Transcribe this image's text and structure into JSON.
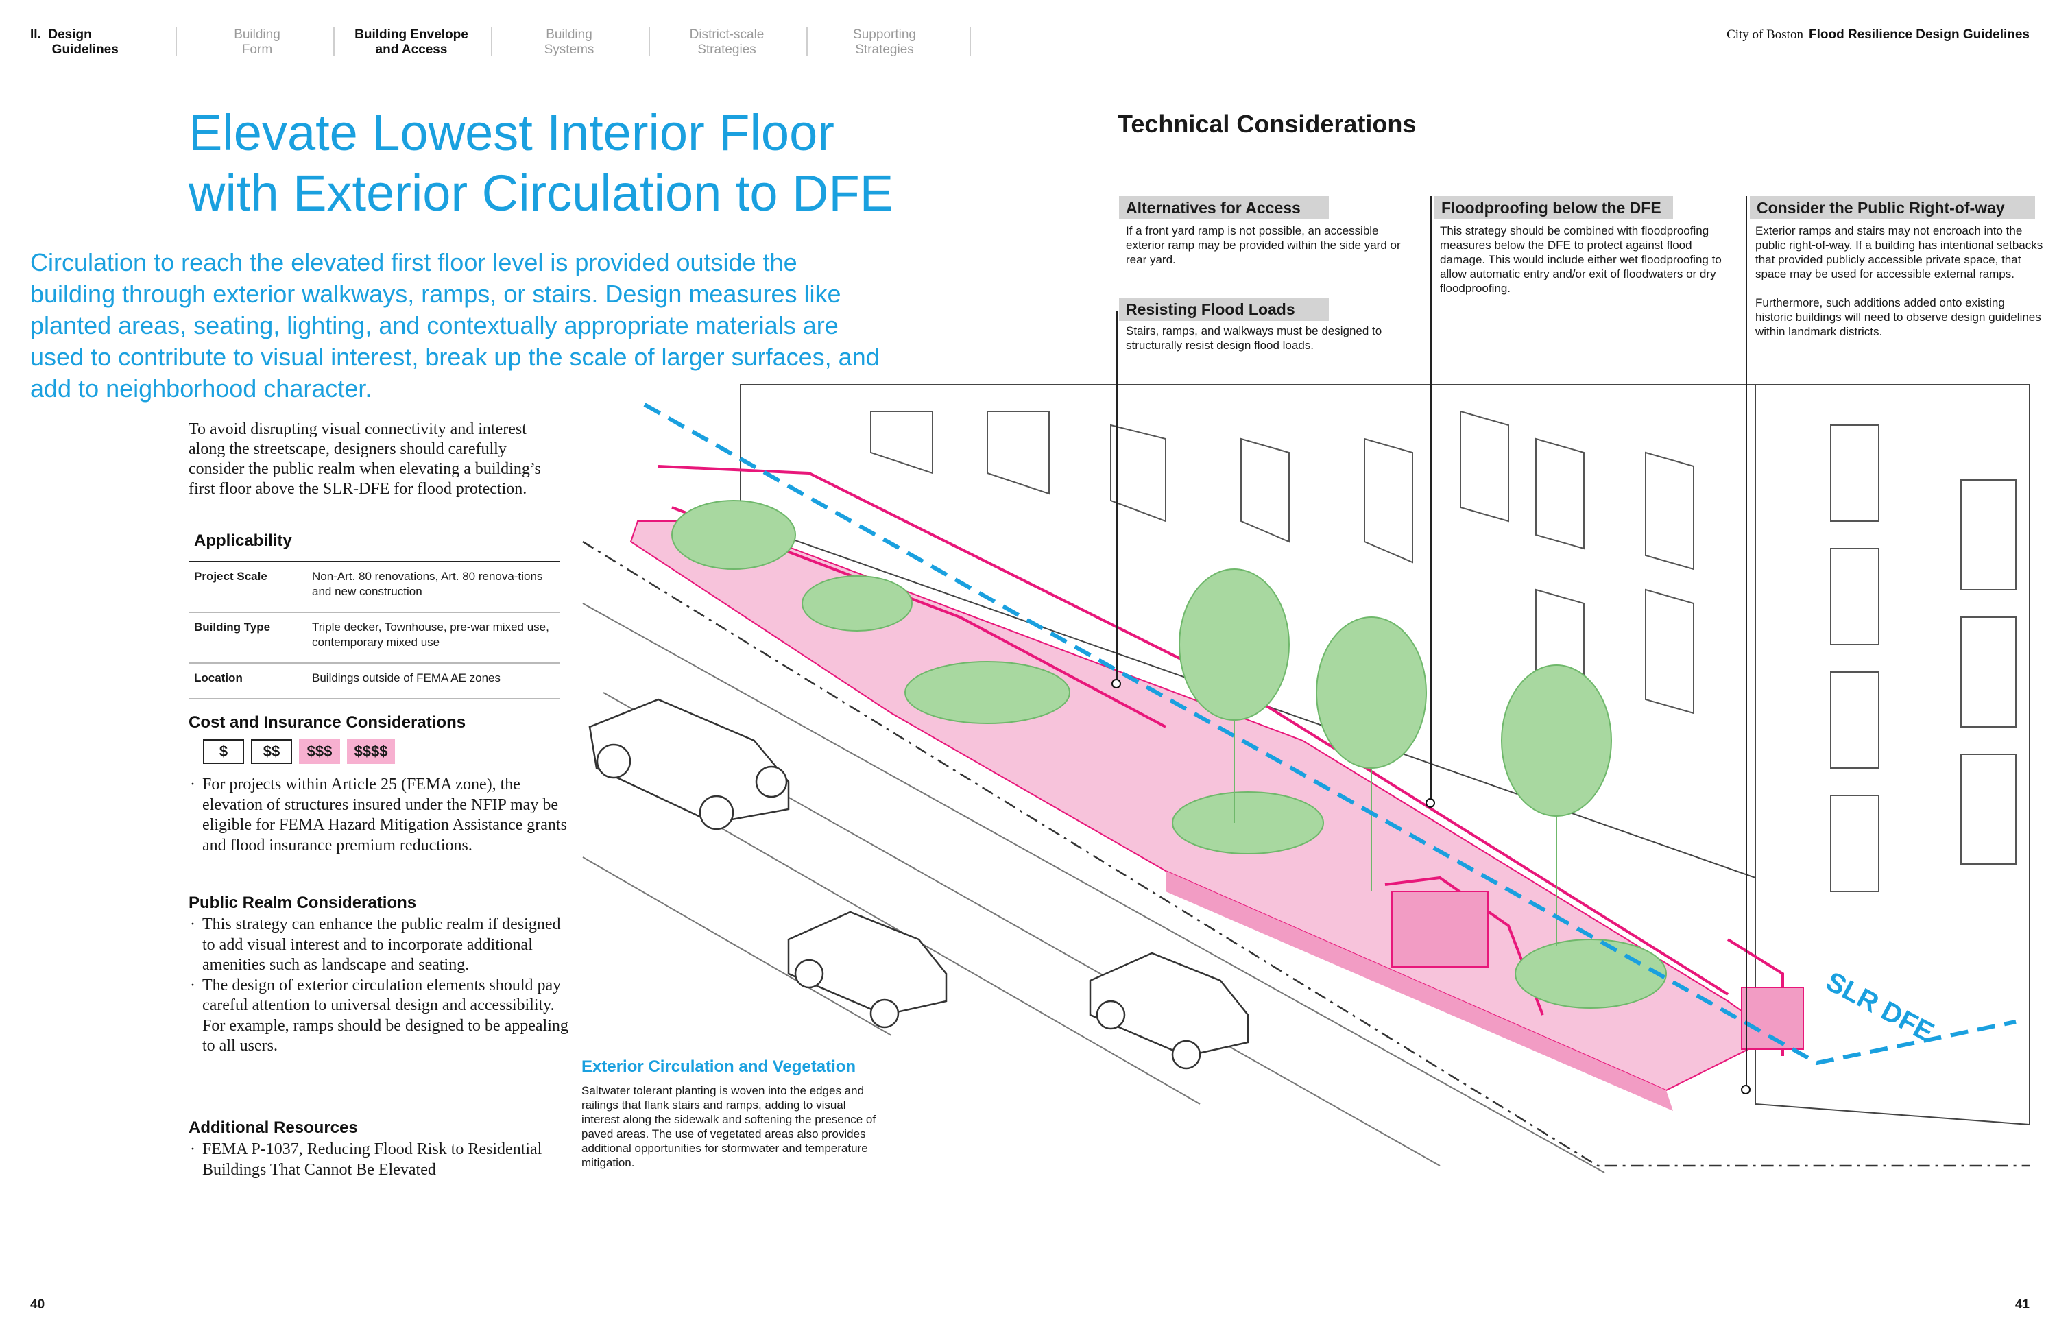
{
  "nav": {
    "section": "II.  Design\n      Guidelines",
    "items": [
      {
        "label": "Building\nForm",
        "active": false
      },
      {
        "label": "Building Envelope\nand Access",
        "active": true
      },
      {
        "label": "Building\nSystems",
        "active": false
      },
      {
        "label": "District-scale\nStrategies",
        "active": false
      },
      {
        "label": "Supporting\nStrategies",
        "active": false
      }
    ]
  },
  "brand": {
    "city": "City of Boston",
    "guide": "Flood Resilience Design Guidelines"
  },
  "title": {
    "line1": "Elevate Lowest Interior Floor",
    "line2": "with Exterior Circulation to DFE"
  },
  "lead": "Circulation to reach the elevated first floor level is provided outside the building through exterior walkways, ramps, or stairs. Design measures like planted areas, seating, lighting, and contextually appropriate materials are used to contribute to visual interest, break up the scale of larger surfaces, and add to neighborhood character.",
  "intro": "To avoid disrupting visual connectivity and interest along the streetscape, designers should carefully consider the public realm when elevating a building’s first floor above the SLR-DFE for flood protection.",
  "applicability": {
    "title": "Applicability",
    "rows": [
      {
        "key": "Project Scale",
        "value": "Non-Art. 80 renovations, Art. 80 renova-tions and new construction"
      },
      {
        "key": "Building Type",
        "value": "Triple decker, Townhouse, pre-war mixed use, contemporary mixed use"
      },
      {
        "key": "Location",
        "value": "Buildings outside of FEMA AE zones"
      }
    ]
  },
  "cost": {
    "title": "Cost and Insurance Considerations",
    "levels": [
      {
        "label": "$",
        "highlighted": false
      },
      {
        "label": "$$",
        "highlighted": false
      },
      {
        "label": "$$$",
        "highlighted": true
      },
      {
        "label": "$$$$",
        "highlighted": true
      }
    ],
    "bullet": "For projects within Article 25 (FEMA zone), the elevation of structures insured under the NFIP may be eligible for FEMA Hazard Mitigation Assistance grants and flood insurance premium reductions."
  },
  "public_realm": {
    "title": "Public Realm Considerations",
    "bullets": [
      "This strategy can enhance the public realm if designed to add visual interest and to incorporate additional amenities such as landscape and seating.",
      "The design of exterior circulation elements should pay careful attention to universal design and accessibility. For example, ramps should be designed to be appealing to all users."
    ]
  },
  "resources": {
    "title": "Additional Resources",
    "bullet": "FEMA P-1037, Reducing Flood Risk to Residential Buildings That Cannot Be Elevated"
  },
  "technical": {
    "title": "Technical Considerations",
    "alternatives": {
      "title": "Alternatives for Access",
      "body": "If a front yard ramp is not possible, an accessible exterior ramp may be provided within the side yard or rear yard."
    },
    "resisting": {
      "title": "Resisting Flood Loads",
      "body": "Stairs, ramps, and walkways must be designed to structurally resist design flood loads."
    },
    "floodproofing": {
      "title": "Floodproofing below the DFE",
      "body": "This strategy should be combined with floodproofing measures below the DFE to protect against flood damage. This would include either wet floodproofing to allow automatic entry and/or exit of floodwaters or dry floodproofing."
    },
    "public_row": {
      "title": "Consider the Public Right-of-way",
      "body": "Exterior ramps and stairs may not encroach into the public right-of-way. If a building has intentional setbacks that provided publicly accessible private space, that space may be used for accessible external ramps.",
      "body2": "Furthermore, such additions added onto existing historic buildings will need to observe design guidelines within landmark districts."
    }
  },
  "illustration": {
    "slr_label": "SLR DFE"
  },
  "exterior": {
    "title": "Exterior Circulation and Vegetation",
    "body": "Saltwater tolerant planting is woven into the edges and railings that flank stairs and ramps, adding to visual interest along the sidewalk and softening the presence of paved areas. The use of vegetated areas also provides additional opportunities for stormwater and temperature mitigation."
  },
  "pages": {
    "left": "40",
    "right": "41"
  },
  "colors": {
    "accent_blue": "#1aa0df",
    "ramp_pink": "#f7b0d0",
    "rail_magenta": "#e8177a",
    "plant_green": "#a8d8a0"
  }
}
